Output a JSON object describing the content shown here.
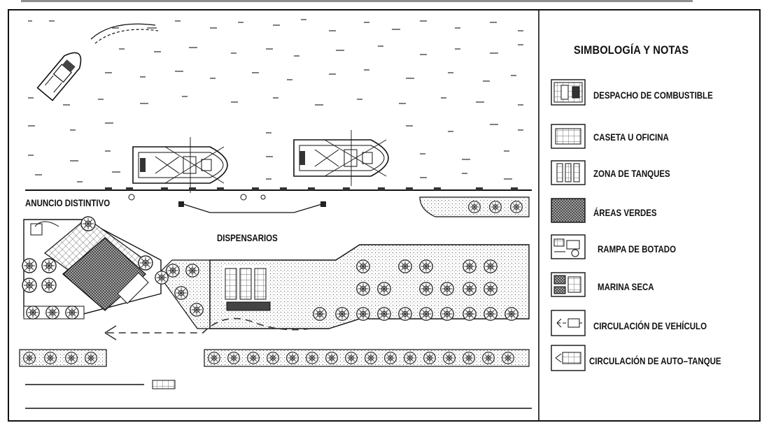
{
  "legend": {
    "title": "SIMBOLOGÍA Y NOTAS",
    "items": [
      {
        "id": "fuel-dispatch",
        "label": "DESPACHO DE COMBUSTIBLE"
      },
      {
        "id": "booth-office",
        "label": "CASETA U OFICINA"
      },
      {
        "id": "tank-zone",
        "label": "ZONA DE TANQUES"
      },
      {
        "id": "green-areas",
        "label": "ÁREAS VERDES"
      },
      {
        "id": "launch-ramp",
        "label": "RAMPA DE BOTADO"
      },
      {
        "id": "dry-marina",
        "label": "MARINA SECA"
      },
      {
        "id": "vehicle-circulation",
        "label": "CIRCULACIÓN DE VEHÍCULO"
      },
      {
        "id": "tanker-circulation",
        "label": "CIRCULACIÓN DE AUTO–TANQUE"
      }
    ]
  },
  "plan": {
    "sign_label": "ANUNCIO DISTINTIVO",
    "dispensers_label": "DISPENSARIOS"
  }
}
